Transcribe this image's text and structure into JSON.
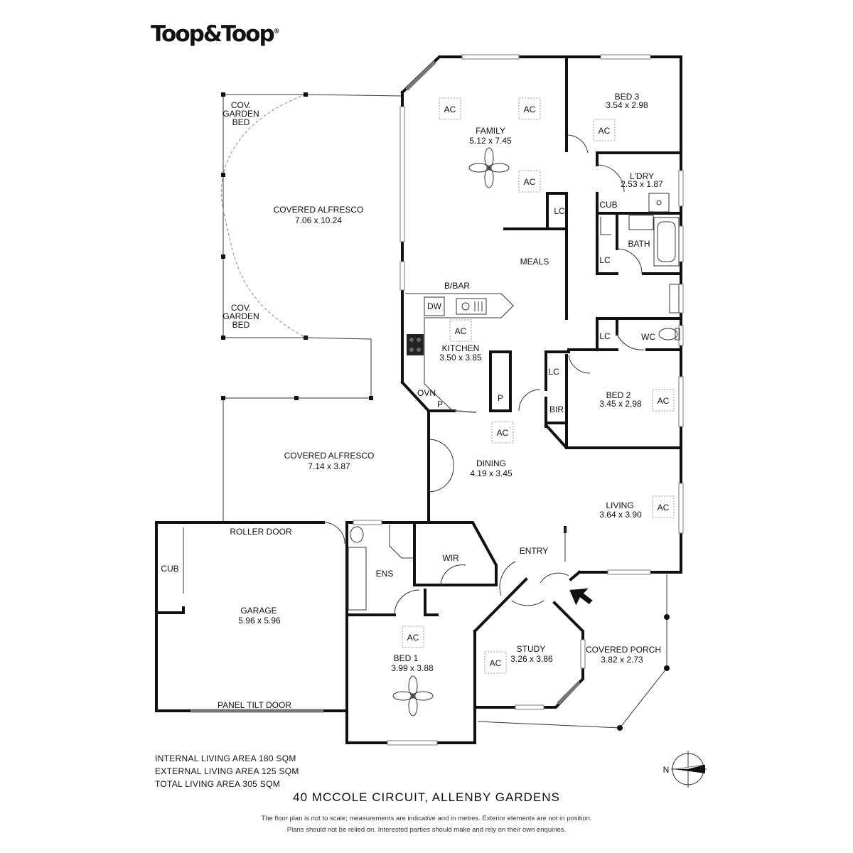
{
  "brand": {
    "logo_text": "Toop&Toop",
    "logo_mark": "®"
  },
  "rooms": {
    "cov_garden_bed_top": [
      "COV.",
      "GARDEN",
      "BED"
    ],
    "cov_garden_bed_bottom": [
      "COV.",
      "GARDEN",
      "BED"
    ],
    "covered_alfresco_1": {
      "name": "COVERED ALFRESCO",
      "dims": "7.06 x 10.24"
    },
    "covered_alfresco_2": {
      "name": "COVERED ALFRESCO",
      "dims": "7.14 x 3.87"
    },
    "family": {
      "name": "FAMILY",
      "dims": "5.12 x 7.45"
    },
    "bed3": {
      "name": "BED 3",
      "dims": "3.54 x 2.98"
    },
    "laundry": {
      "name": "L'DRY",
      "dims": "2.53 x 1.87"
    },
    "bath": {
      "name": "BATH"
    },
    "meals": {
      "name": "MEALS"
    },
    "bbar": {
      "name": "B/BAR"
    },
    "kitchen": {
      "name": "KITCHEN",
      "dims": "3.50 x 3.85"
    },
    "bed2": {
      "name": "BED 2",
      "dims": "3.45 x 2.98"
    },
    "dining": {
      "name": "DINING",
      "dims": "4.19 x 3.45"
    },
    "living": {
      "name": "LIVING",
      "dims": "3.64 x 3.90"
    },
    "entry": {
      "name": "ENTRY"
    },
    "wir": {
      "name": "WIR"
    },
    "ens": {
      "name": "ENS"
    },
    "garage": {
      "name": "GARAGE",
      "dims": "5.96 x 5.96"
    },
    "bed1": {
      "name": "BED 1",
      "dims": "3.99 x 3.88"
    },
    "study": {
      "name": "STUDY",
      "dims": "3.26 x 3.86"
    },
    "covered_porch": {
      "name": "COVERED PORCH",
      "dims": "3.82 x 2.73"
    }
  },
  "fixtures": {
    "lc": "LC",
    "cub": "CUB",
    "dw": "DW",
    "ovn": "OVN",
    "p": "P",
    "bir": "BIR",
    "wc": "WC",
    "roller_door": "ROLLER DOOR",
    "panel_tilt_door": "PANEL TILT DOOR",
    "ac": "AC"
  },
  "stats": [
    "INTERNAL LIVING AREA 180 SQM",
    "EXTERNAL LIVING AREA 125 SQM",
    "TOTAL LIVING AREA 305 SQM"
  ],
  "compass_label": "N",
  "address": "40 MCCOLE CIRCUIT, ALLENBY GARDENS",
  "disclaimer": [
    "The floor plan is not to scale; measurements are indicative and in metres. Exterior elements are not in position.",
    "Plans should not be relied on. Interested parties should make and rely on their own enquiries."
  ],
  "icons": [
    "ceiling-fan-icon",
    "compass-icon",
    "entry-arrow-icon",
    "sink-icon",
    "cooktop-icon",
    "toilet-icon",
    "bathtub-icon"
  ]
}
